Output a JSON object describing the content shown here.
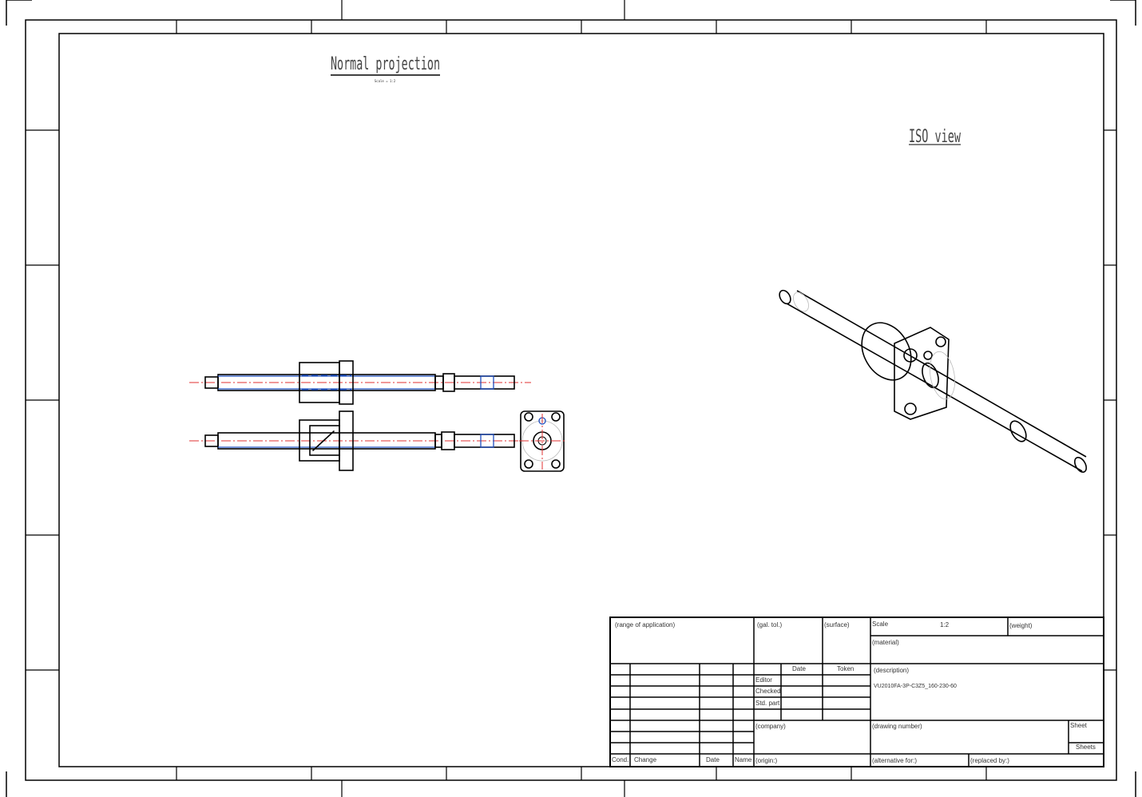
{
  "views": {
    "normal_title": "Normal projection",
    "normal_scale": "Scale = 1:2",
    "iso_title": "ISO view"
  },
  "title_block": {
    "range_of_application": "(range of application)",
    "gen_tol": "(gal. tol.)",
    "surface": "(surface)",
    "scale_label": "Scale",
    "scale_value": "1:2",
    "weight": "(weight)",
    "material": "(material)",
    "date_header": "Date",
    "token_header": "Token",
    "editor": "Editor",
    "checked": "Checked",
    "std_part": "Std. part",
    "description_label": "(description)",
    "description_value": "VU2010FA-3P-C3Z5_160-230-60",
    "company": "(company)",
    "drawing_number": "(drawing number)",
    "sheet": "Sheet",
    "sheets": "Sheets",
    "cond": "Cond.",
    "change": "Change",
    "date": "Date",
    "name": "Name",
    "origin": "(origin:)",
    "alternative_for": "(alternative for:)",
    "replaced_by": "(replaced by:)"
  }
}
